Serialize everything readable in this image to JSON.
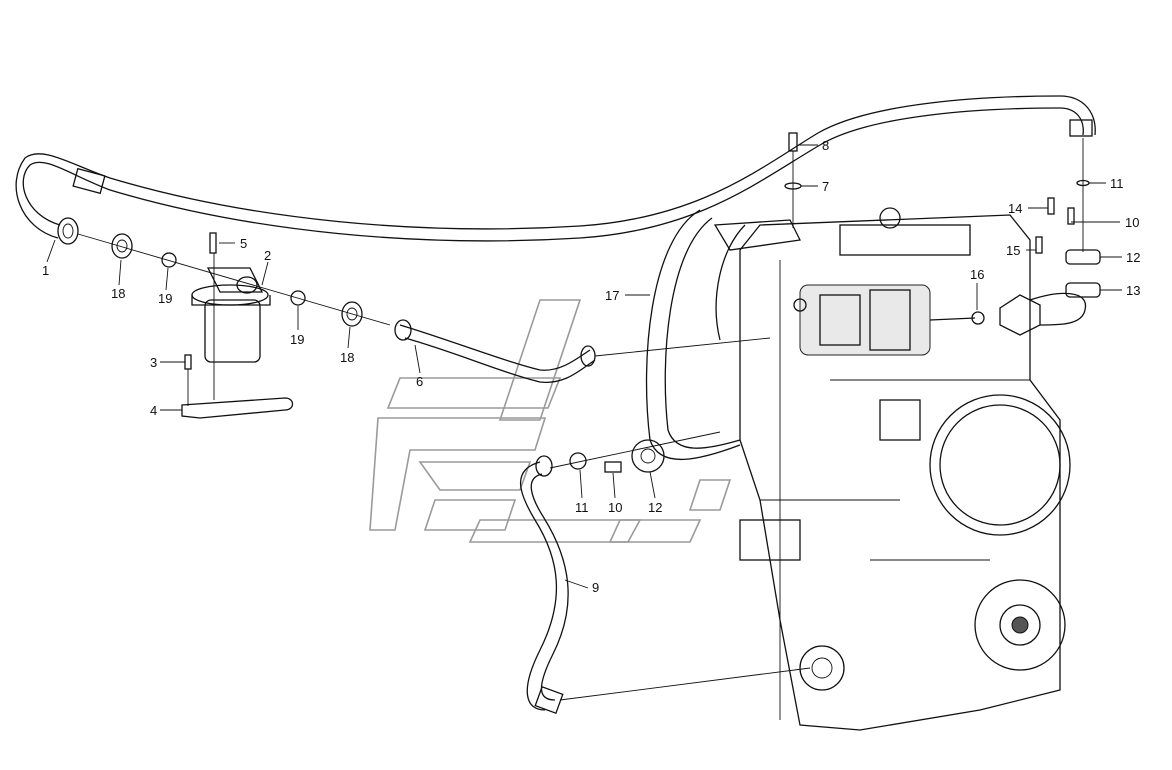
{
  "diagram": {
    "callouts": [
      {
        "id": "c1",
        "label": "1"
      },
      {
        "id": "c2",
        "label": "2"
      },
      {
        "id": "c3",
        "label": "3"
      },
      {
        "id": "c4",
        "label": "4"
      },
      {
        "id": "c5",
        "label": "5"
      },
      {
        "id": "c6",
        "label": "6"
      },
      {
        "id": "c7",
        "label": "7"
      },
      {
        "id": "c8",
        "label": "8"
      },
      {
        "id": "c9",
        "label": "9"
      },
      {
        "id": "c10a",
        "label": "10"
      },
      {
        "id": "c10b",
        "label": "10"
      },
      {
        "id": "c11a",
        "label": "11"
      },
      {
        "id": "c11b",
        "label": "11"
      },
      {
        "id": "c12a",
        "label": "12"
      },
      {
        "id": "c12b",
        "label": "12"
      },
      {
        "id": "c13",
        "label": "13"
      },
      {
        "id": "c14",
        "label": "14"
      },
      {
        "id": "c15",
        "label": "15"
      },
      {
        "id": "c16",
        "label": "16"
      },
      {
        "id": "c17",
        "label": "17"
      },
      {
        "id": "c18a",
        "label": "18"
      },
      {
        "id": "c18b",
        "label": "18"
      },
      {
        "id": "c19a",
        "label": "19"
      },
      {
        "id": "c19b",
        "label": "19"
      }
    ]
  }
}
